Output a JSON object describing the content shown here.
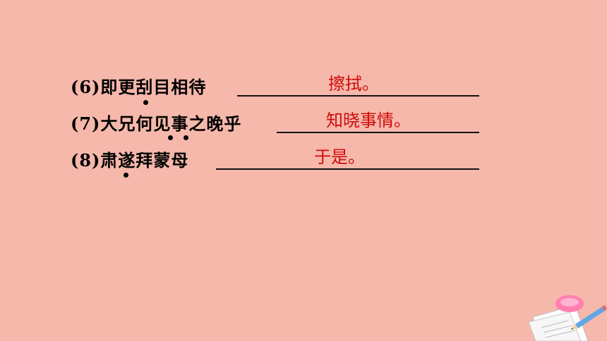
{
  "items": [
    {
      "prompt": "(6)即更刮目相待",
      "answer": "擦拭。"
    },
    {
      "prompt": "(7)大兄何见事之晚乎",
      "answer": "知晓事情。"
    },
    {
      "prompt": "(8)肃遂拜蒙母",
      "answer": "于是。"
    }
  ],
  "colors": {
    "background": "#f5b8aa",
    "answer": "#d10a0a",
    "text": "#000000"
  },
  "decoration": {
    "icon": "paper-and-pencil-icon"
  }
}
